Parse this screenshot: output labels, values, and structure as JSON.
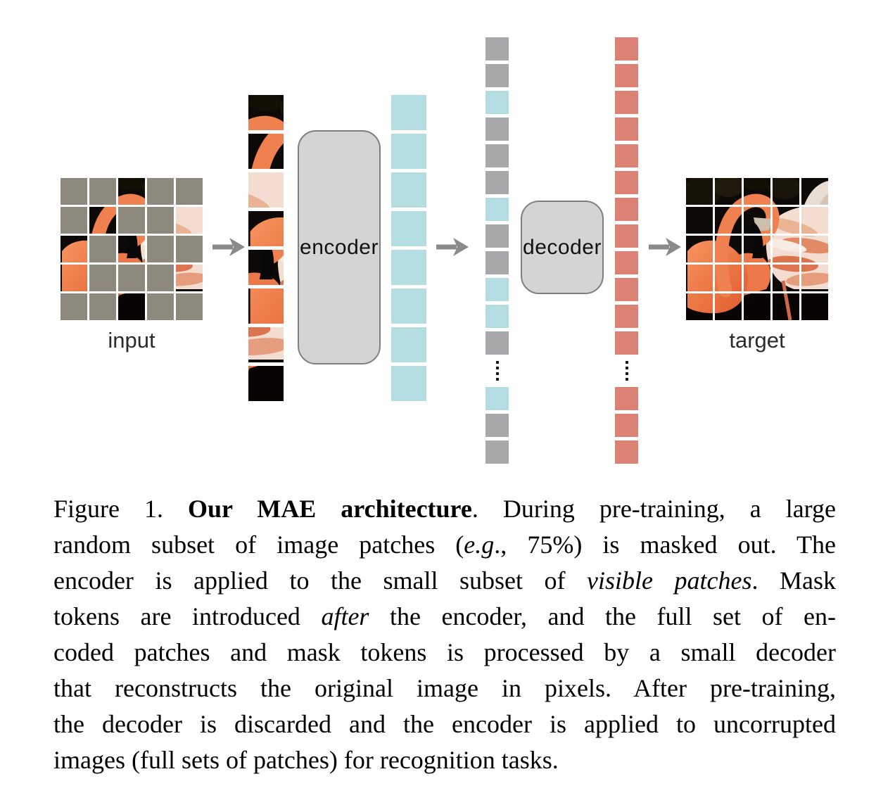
{
  "figure": {
    "labels": {
      "input": "input",
      "target": "target",
      "encoder": "encoder",
      "decoder": "decoder"
    },
    "grid": {
      "rows": 5,
      "cols": 5,
      "visible_cells": [
        [
          0,
          2
        ],
        [
          1,
          1
        ],
        [
          1,
          4
        ],
        [
          2,
          0
        ],
        [
          2,
          2
        ],
        [
          3,
          0
        ],
        [
          3,
          4
        ],
        [
          4,
          2
        ]
      ]
    },
    "visible_patch_order": [
      [
        0,
        2
      ],
      [
        1,
        1
      ],
      [
        1,
        4
      ],
      [
        2,
        0
      ],
      [
        2,
        2
      ],
      [
        3,
        0
      ],
      [
        3,
        4
      ],
      [
        4,
        2
      ]
    ],
    "encoded_column_count": 8,
    "token_column_pattern": [
      "mask",
      "mask",
      "encoded",
      "mask",
      "mask",
      "mask",
      "encoded",
      "mask",
      "mask",
      "encoded",
      "encoded",
      "mask",
      "ellipsis",
      "encoded",
      "mask",
      "mask"
    ],
    "decoded_column_pattern": [
      "decoded",
      "decoded",
      "decoded",
      "decoded",
      "decoded",
      "decoded",
      "decoded",
      "decoded",
      "decoded",
      "decoded",
      "decoded",
      "decoded",
      "ellipsis",
      "decoded",
      "decoded",
      "decoded"
    ],
    "colors": {
      "masked_patch": "#8d897c",
      "encoded_token": "#b5dee3",
      "mask_token": "#a8a8aa",
      "decoded_token": "#db8274",
      "box_fill": "#d4d4d4",
      "box_border": "#7e7e7e",
      "arrow": "#8a8a8a"
    }
  },
  "caption": {
    "lines": [
      {
        "align": "justify",
        "segments": [
          {
            "text": "Figure 1. "
          },
          {
            "text": "Our MAE architecture",
            "bold": true
          },
          {
            "text": ". During pre-training, a large"
          }
        ]
      },
      {
        "align": "justify",
        "segments": [
          {
            "text": "random subset of image patches ("
          },
          {
            "text": "e.g",
            "italic": true
          },
          {
            "text": "., 75%) is masked out. The"
          }
        ]
      },
      {
        "align": "justify",
        "segments": [
          {
            "text": "encoder is applied to the small subset of "
          },
          {
            "text": "visible patches",
            "italic": true
          },
          {
            "text": ". Mask"
          }
        ]
      },
      {
        "align": "justify",
        "segments": [
          {
            "text": "tokens are introduced "
          },
          {
            "text": "after",
            "italic": true
          },
          {
            "text": " the encoder, and the full set of en-"
          }
        ]
      },
      {
        "align": "justify",
        "segments": [
          {
            "text": "coded patches and mask tokens is processed by a small decoder"
          }
        ]
      },
      {
        "align": "justify",
        "segments": [
          {
            "text": "that reconstructs the original image in pixels. After pre-training,"
          }
        ]
      },
      {
        "align": "justify",
        "segments": [
          {
            "text": "the decoder is discarded and the encoder is applied to uncorrupted"
          }
        ]
      },
      {
        "align": "left",
        "segments": [
          {
            "text": "images (full sets of patches) for recognition tasks."
          }
        ]
      }
    ]
  }
}
